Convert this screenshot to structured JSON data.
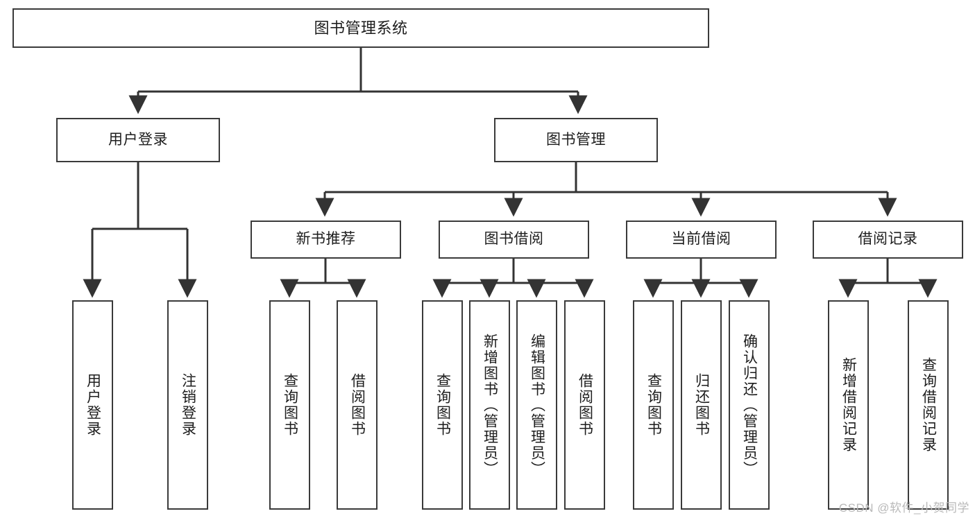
{
  "diagram": {
    "title": "图书管理系统",
    "watermark": "CSDN @软件_小贺同学",
    "colors": {
      "background": "#ffffff",
      "node_border": "#3a3a3a",
      "node_fill": "#ffffff",
      "edge": "#333333",
      "text": "#1d1d1d",
      "watermark": "#b9b9b9"
    },
    "nodes": {
      "root": {
        "label": "图书管理系统"
      },
      "level2": [
        {
          "label": "用户登录"
        },
        {
          "label": "图书管理"
        }
      ],
      "level3": [
        {
          "label": "新书推荐"
        },
        {
          "label": "图书借阅"
        },
        {
          "label": "当前借阅"
        },
        {
          "label": "借阅记录"
        }
      ],
      "leaves": {
        "user_login": [
          {
            "label": "用户登录"
          },
          {
            "label": "注销登录"
          }
        ],
        "new_book_recommend": [
          {
            "label": "查询图书"
          },
          {
            "label": "借阅图书"
          }
        ],
        "book_borrow": [
          {
            "label": "查询图书"
          },
          {
            "label": "新增图书（管理员）"
          },
          {
            "label": "编辑图书（管理员）"
          },
          {
            "label": "借阅图书"
          }
        ],
        "current_borrow": [
          {
            "label": "查询图书"
          },
          {
            "label": "归还图书"
          },
          {
            "label": "确认归还（管理员）"
          }
        ],
        "borrow_record": [
          {
            "label": "新增借阅记录"
          },
          {
            "label": "查询借阅记录"
          }
        ]
      }
    }
  }
}
